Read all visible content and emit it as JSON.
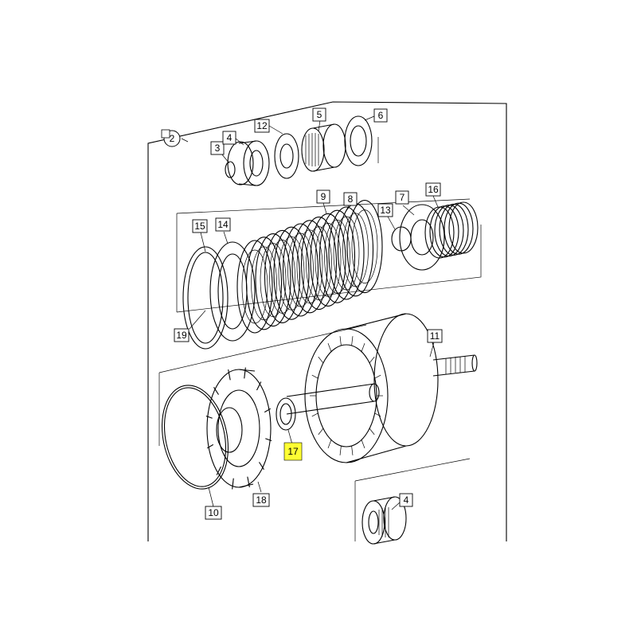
{
  "callouts": {
    "c2": "2",
    "c3": "3",
    "c4a": "4",
    "c12": "12",
    "c5": "5",
    "c6": "6",
    "c9": "9",
    "c8": "8",
    "c7": "7",
    "c16": "16",
    "c13": "13",
    "c15": "15",
    "c14": "14",
    "c19": "19",
    "c11": "11",
    "c17": "17",
    "c10": "10",
    "c18": "18",
    "c4b": "4"
  },
  "highlight_color": "#ffff33"
}
